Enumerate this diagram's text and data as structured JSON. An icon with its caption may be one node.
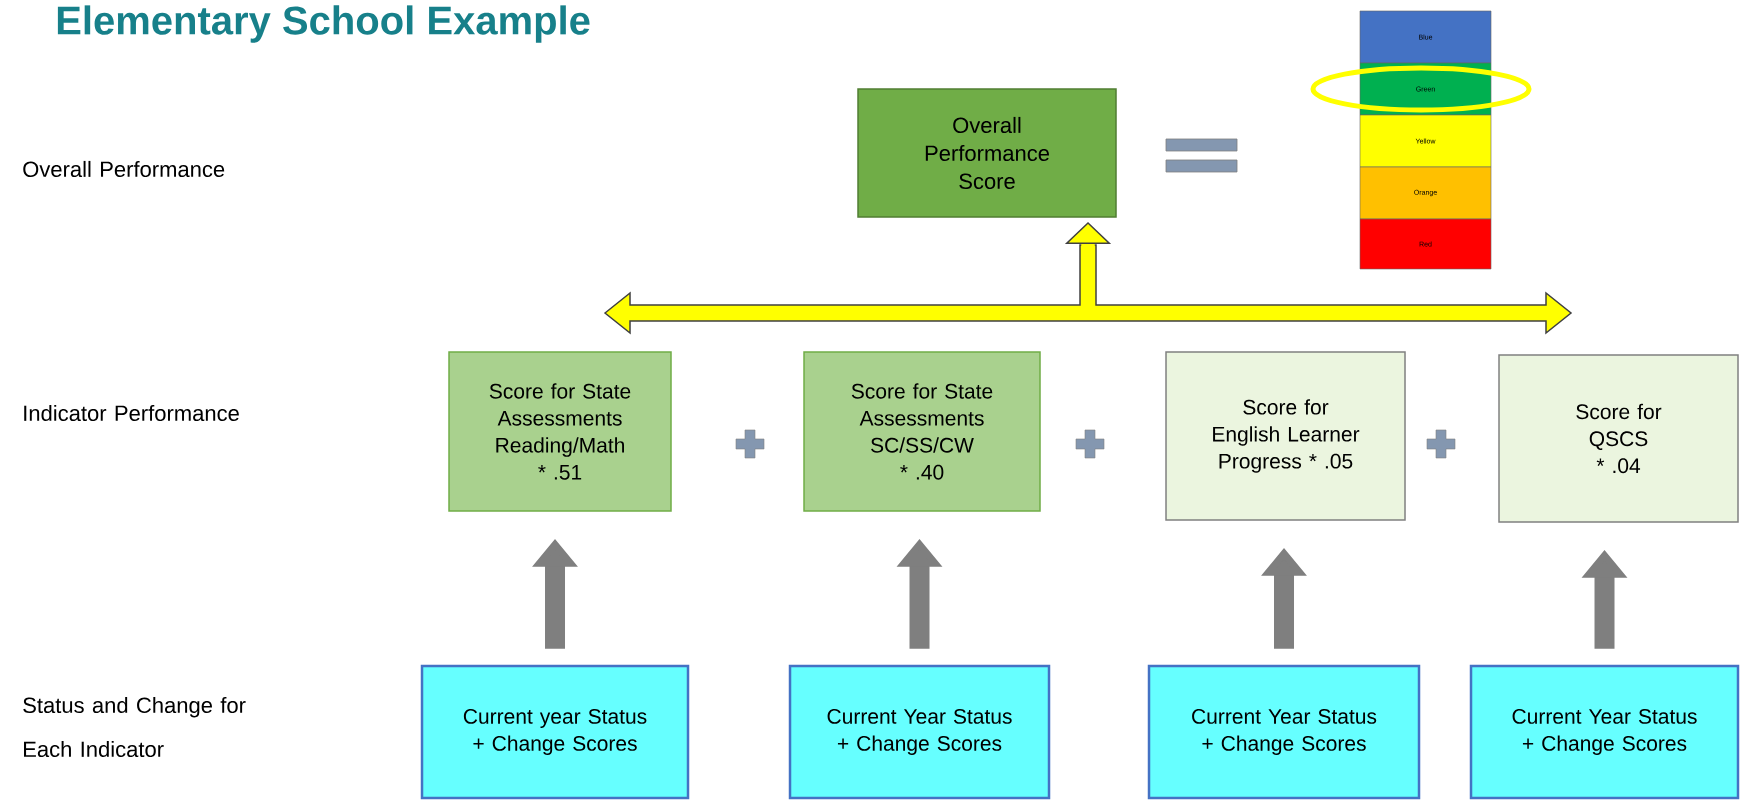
{
  "diagram": {
    "title": "Elementary School Example",
    "nodes": [
      {
        "text": [
          "Overall Performance Score"
        ]
      },
      {
        "text": [
          "Blue"
        ]
      },
      {
        "text": [
          "Green"
        ]
      },
      {
        "text": [
          "Yellow"
        ]
      },
      {
        "text": [
          "Orange"
        ]
      },
      {
        "text": [
          "Red"
        ]
      },
      {
        "text": [
          "Score for State Assessments Reading/Math * .51"
        ]
      },
      {
        "text": [
          "Score for State Assessments SC/SS/CW * .40"
        ]
      },
      {
        "text": [
          "Score for English Learner Progress * .05"
        ]
      },
      {
        "text": [
          "Score for QSCS * .04"
        ]
      },
      {
        "text": [
          "Current year Status + Change Scores"
        ]
      },
      {
        "text": [
          "Current Year Status + Change Scores"
        ]
      },
      {
        "text": [
          "Current Year Status + Change Scores"
        ]
      },
      {
        "text": [
          "Current Year Status + Change Scores"
        ]
      }
    ],
    "edges": [
      {
        "from": null,
        "to": 0,
        "arrow": "to",
        "color": "#ffff00"
      },
      {
        "from": 10,
        "to": 6,
        "arrow": "to"
      },
      {
        "from": 11,
        "to": 7,
        "arrow": "to"
      },
      {
        "from": 12,
        "to": 8,
        "arrow": "to"
      },
      {
        "from": 13,
        "to": 9,
        "arrow": "to"
      }
    ],
    "labels": [
      "Overall Performance",
      "Indicator Performance",
      "Status and Change for Each Indicator"
    ]
  }
}
